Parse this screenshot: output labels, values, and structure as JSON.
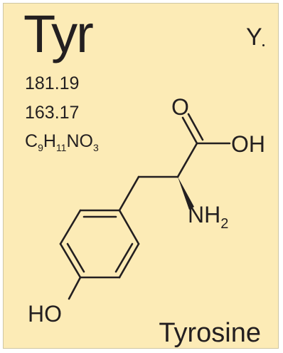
{
  "card": {
    "abbreviation": "Tyr",
    "one_letter_code": "Y",
    "molecular_weight": "181.19",
    "residue_weight": "163.17",
    "formula": {
      "c": "C",
      "c_count": "9",
      "h": "H",
      "h_count": "11",
      "n": "N",
      "o": "O",
      "o_count": "3"
    },
    "name": "Tyrosine"
  },
  "structure": {
    "carbonyl_oxygen_label": "O",
    "acid_oh_label": "OH",
    "amine_label": "NH",
    "amine_subscript": "2",
    "phenol_label": "HO"
  },
  "colors": {
    "background": "#fcebb6",
    "ink": "#231f20"
  }
}
